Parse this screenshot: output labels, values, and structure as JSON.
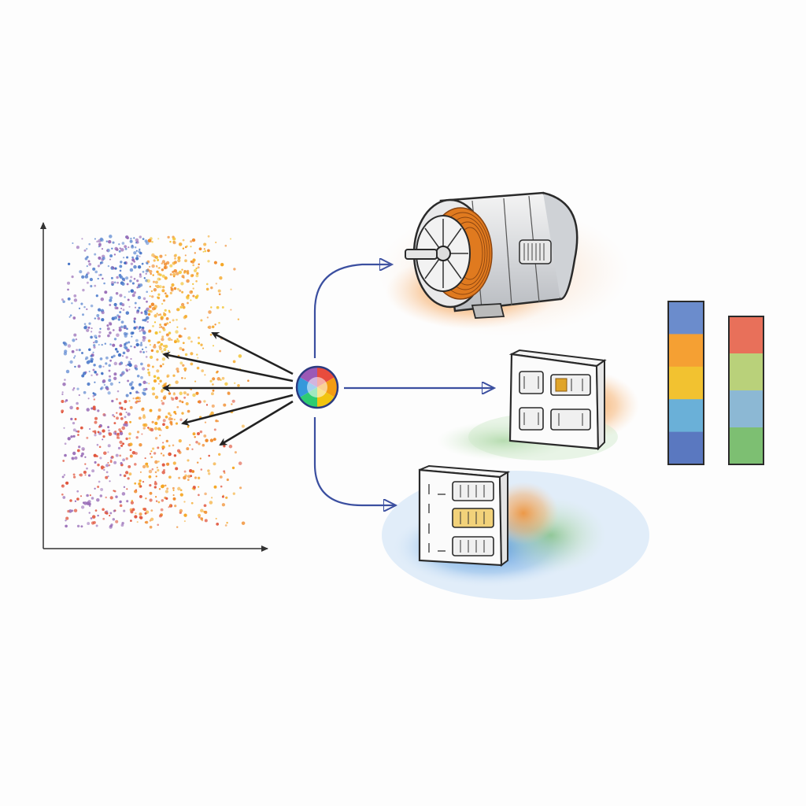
{
  "scatter": {
    "dot_count": 1400,
    "palette": [
      "#3f6fc4",
      "#5a86d0",
      "#9a6fb8",
      "#e0543c",
      "#f08a2a",
      "#f5a623",
      "#f2c230"
    ]
  },
  "hub": {
    "segment_colors": [
      "#e84c3d",
      "#f39c12",
      "#f1c40f",
      "#2ecc71",
      "#3498db",
      "#9b59b6"
    ]
  },
  "components": [
    {
      "kind": "motor-housing",
      "highlight": "#f08a2a"
    },
    {
      "kind": "connector-block",
      "highlight": "#f08a2a"
    },
    {
      "kind": "relay-block",
      "highlight": "#3f86d6"
    }
  ],
  "scale_bars": [
    {
      "segments": [
        "#6b8ccc",
        "#f5a033",
        "#f2c230",
        "#6ab0d8",
        "#5a78c0"
      ]
    },
    {
      "segments": [
        "#e8705a",
        "#b9d17a",
        "#8cb8d4",
        "#7dbf72"
      ]
    }
  ],
  "colors": {
    "axis": "#333333",
    "arrow_dark": "#222222",
    "arrow_blue": "#3b4fa0",
    "outline": "#2a2a2a"
  }
}
